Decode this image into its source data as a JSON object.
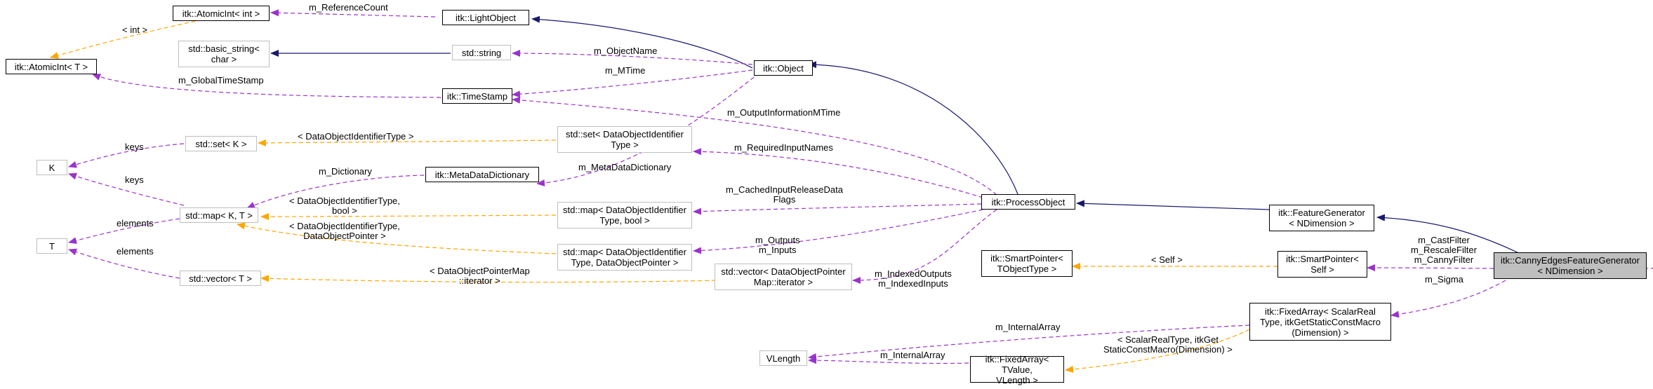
{
  "diagram": {
    "colors": {
      "inheritance": "#191970",
      "usage": "#9a32cd",
      "template": "#ffa500",
      "selected_fill": "#bfbfbf"
    },
    "nodes": {
      "atomicint_int": "itk::AtomicInt< int >",
      "atomicint_t": "itk::AtomicInt< T >",
      "lightobject": "itk::LightObject",
      "basic_string": "std::basic_string<\nchar >",
      "string": "std::string",
      "object": "itk::Object",
      "timestamp": "itk::TimeStamp",
      "k": "K",
      "set_k": "std::set< K >",
      "set_doi": "std::set< DataObjectIdentifier\nType >",
      "metadatadictionary": "itk::MetaDataDictionary",
      "map_kt": "std::map< K, T >",
      "t": "T",
      "map_doi_bool": "std::map< DataObjectIdentifier\nType, bool >",
      "map_doi_ptr": "std::map< DataObjectIdentifier\nType, DataObjectPointer >",
      "vector_t": "std::vector< T >",
      "vector_ptrmap": "std::vector< DataObjectPointer\nMap::iterator >",
      "processobject": "itk::ProcessObject",
      "featuregenerator": "itk::FeatureGenerator\n< NDimension >",
      "smartptr_tobj": "itk::SmartPointer<\nTObjectType >",
      "smartptr_self": "itk::SmartPointer<\nSelf >",
      "canny": "itk::CannyEdgesFeatureGenerator\n< NDimension >",
      "fixedarray_scalar": "itk::FixedArray< ScalarReal\nType, itkGetStaticConstMacro\n(Dimension) >",
      "vlength": "VLength",
      "fixedarray_tvalue": "itk::FixedArray< TValue,\nVLength >"
    },
    "labels": {
      "m_referencecount": "m_ReferenceCount",
      "int_tpl": "< int >",
      "m_objectname": "m_ObjectName",
      "m_mtime": "m_MTime",
      "m_globaltimestamp": "m_GlobalTimeStamp",
      "m_outputinformationmtime": "m_OutputInformationMTime",
      "doi_type_tpl": "< DataObjectIdentifierType >",
      "keys1": "keys",
      "m_dictionary": "m_Dictionary",
      "m_metadatadictionary": "m_MetaDataDictionary",
      "m_requiredinputnames": "m_RequiredInputNames",
      "keys2": "keys",
      "doi_bool_tpl": "< DataObjectIdentifierType,\nbool >",
      "m_cachedinputreleasedataflags": "m_CachedInputReleaseData\nFlags",
      "elements1": "elements",
      "doi_ptr_tpl": "< DataObjectIdentifierType,\nDataObjectPointer >",
      "m_outputs_inputs": "m_Outputs\nm_Inputs",
      "elements2": "elements",
      "ptrmap_iter_tpl": "< DataObjectPointerMap\n::iterator >",
      "m_indexed": "m_IndexedOutputs\nm_IndexedInputs",
      "self_tpl": "< Self >",
      "m_filters": "m_CastFilter\nm_RescaleFilter\nm_CannyFilter",
      "m_sigma": "m_Sigma",
      "m_internalarray1": "m_InternalArray",
      "scalar_tpl": "< ScalarRealType, itkGet\nStaticConstMacro(Dimension) >",
      "m_internalarray2": "m_InternalArray"
    }
  }
}
